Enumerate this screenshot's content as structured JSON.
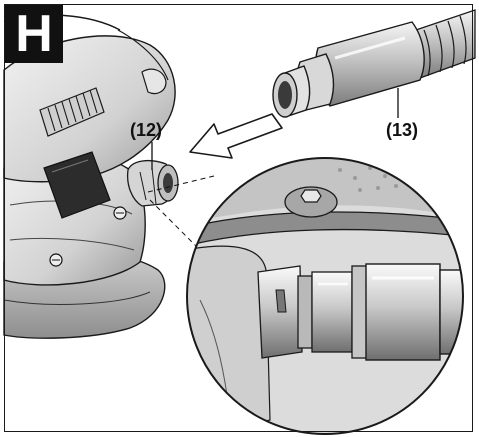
{
  "figure": {
    "badge_letter": "H",
    "callouts": [
      {
        "id": "12",
        "label": "(12)"
      },
      {
        "id": "13",
        "label": "(13)"
      }
    ]
  },
  "colors": {
    "ink": "#111111",
    "light_gray": "#d9d9d9",
    "mid_gray": "#a8a8a8",
    "dark_gray": "#555555",
    "paper": "#ffffff"
  }
}
